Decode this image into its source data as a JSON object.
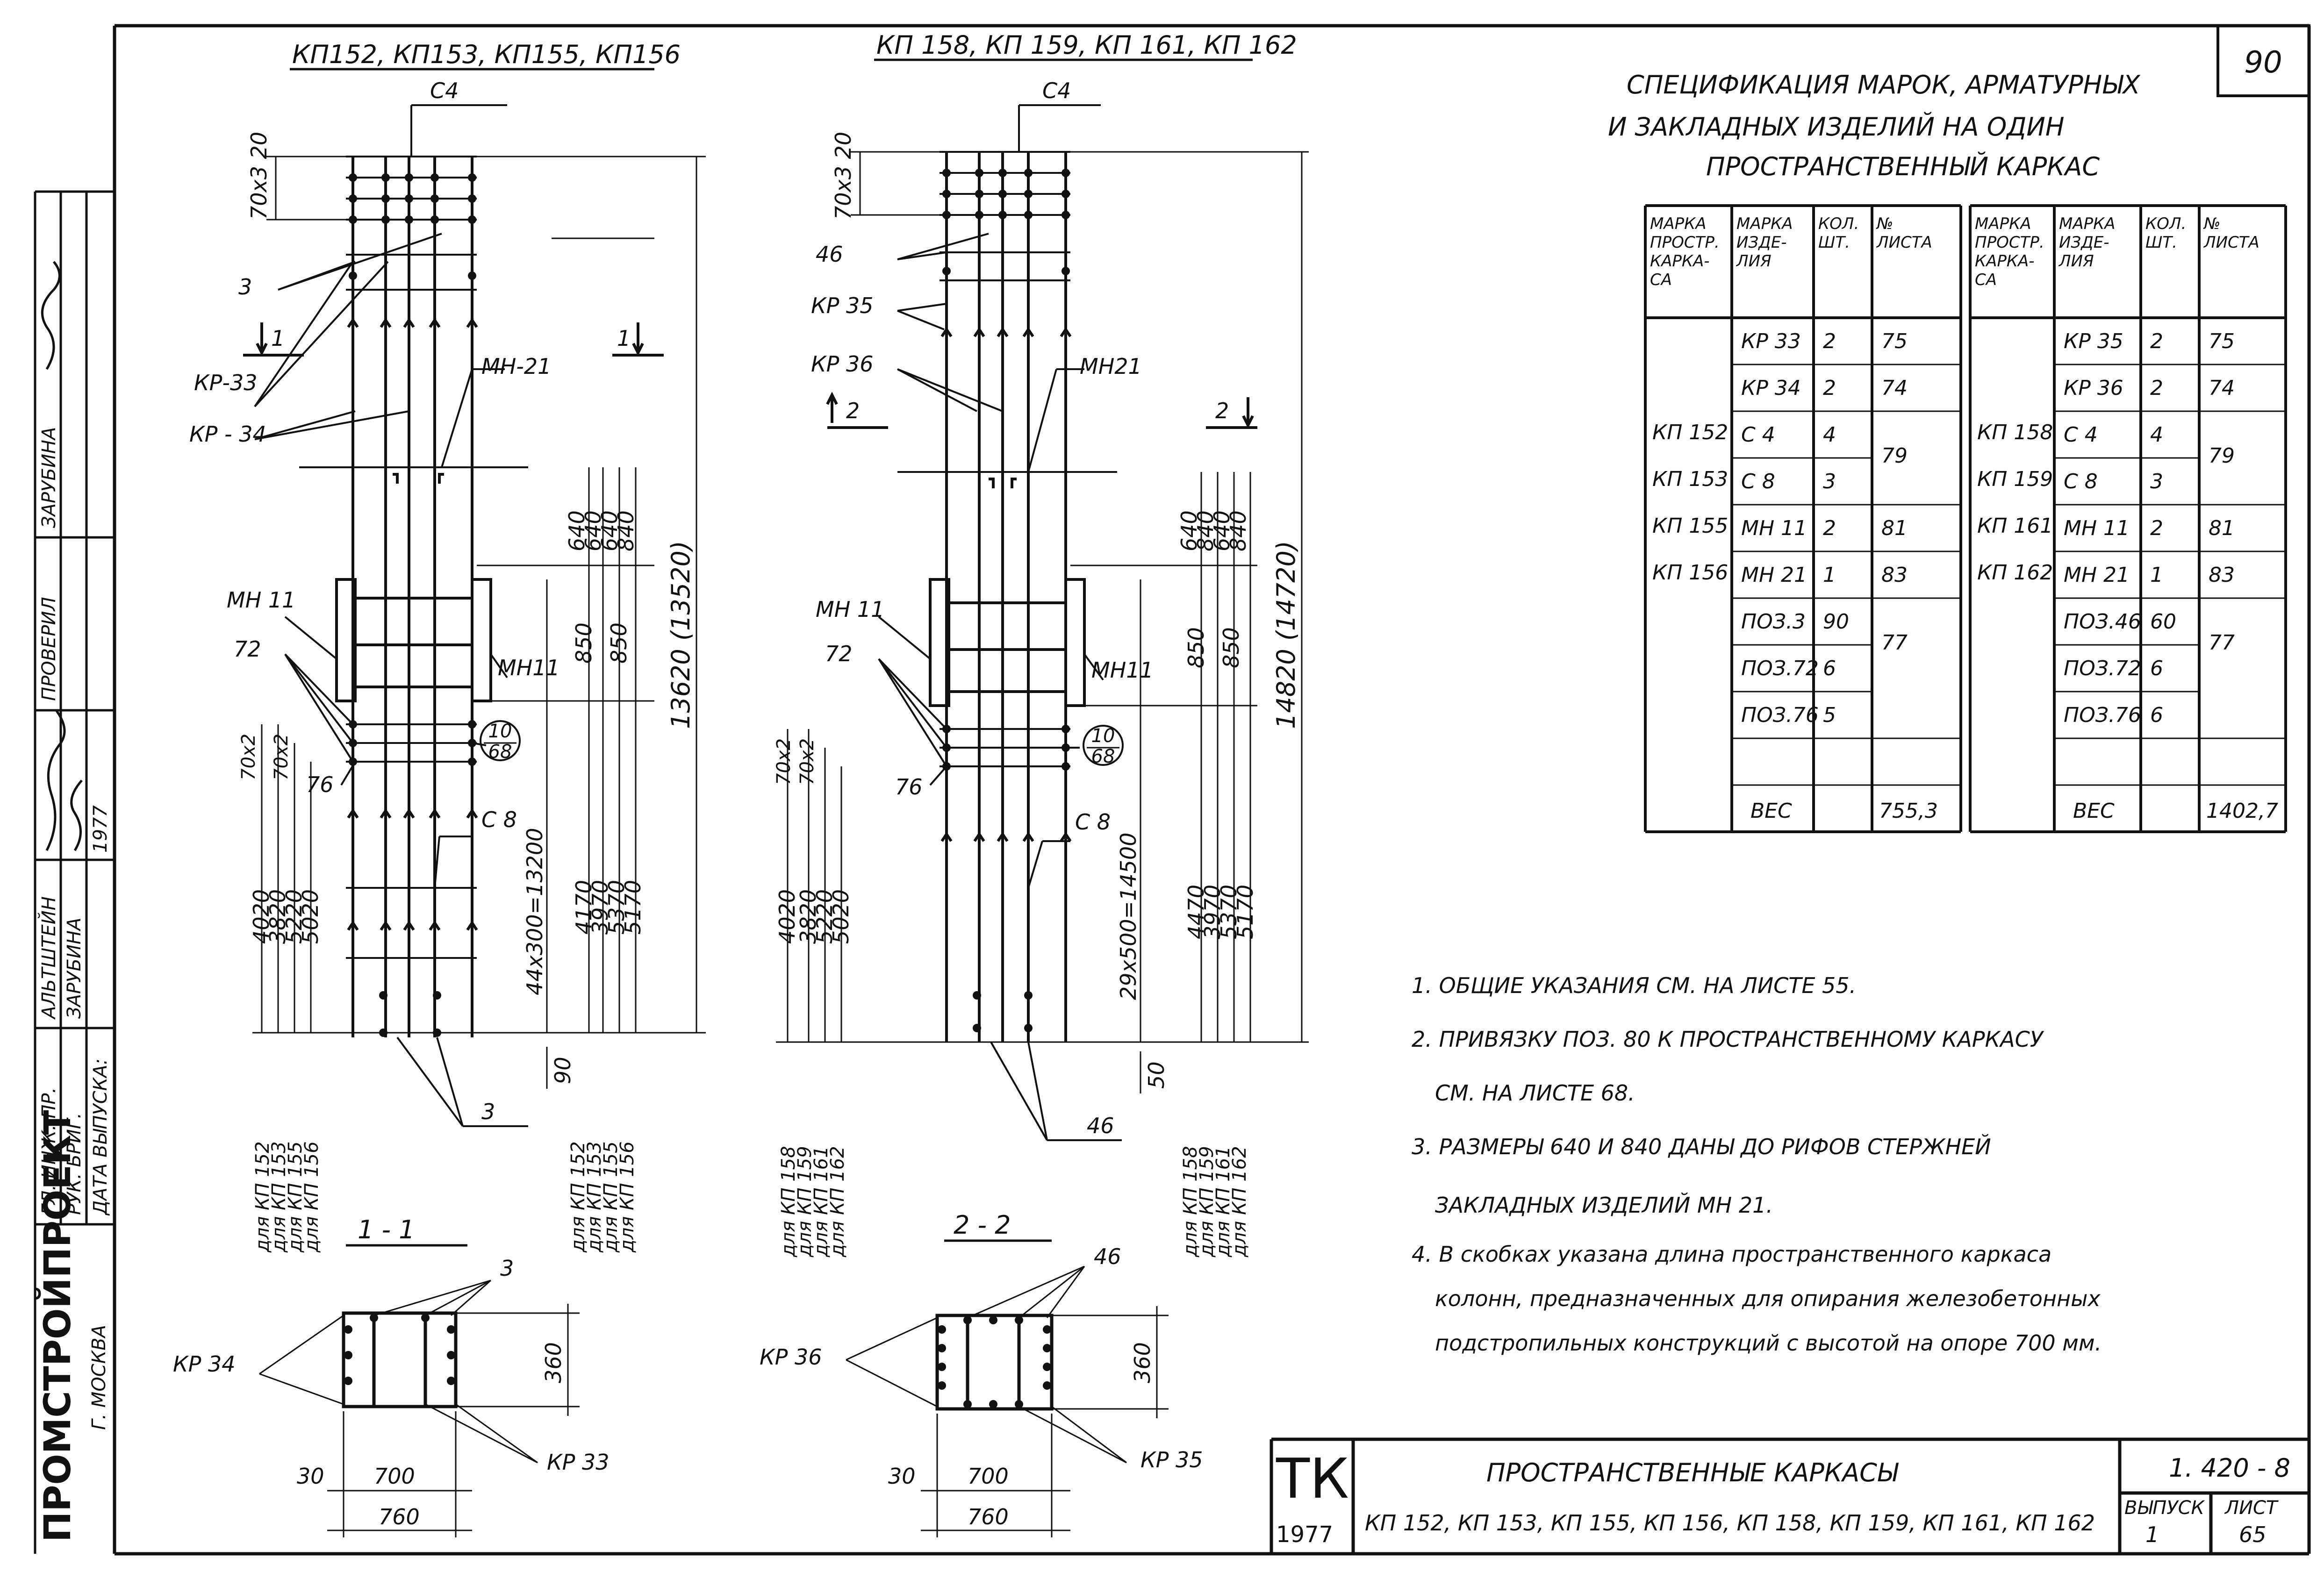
{
  "sheet_number": "90",
  "drawings": [
    {
      "header": "КП152, КП153, КП155, КП156",
      "s4": "С4",
      "pitch_top": "70х3 20",
      "pos3": "3",
      "kr_a": "КР-33",
      "kr_b": "КР - 34",
      "mn21": "МН-21",
      "section_mark": "1",
      "mn11_left": "МН 11",
      "mn11_right": "МН11",
      "pos72": "72",
      "pitch_mid_a": "70х2",
      "pitch_mid_b": "70х2",
      "pos76": "76",
      "circle_top": "10",
      "circle_bottom": "68",
      "s8": "С 8",
      "pos_bottom": "3",
      "dims_left": [
        "4020",
        "3820",
        "5220",
        "5020"
      ],
      "brand_left": [
        "для КП 152",
        "для КП 153",
        "для КП 155",
        "для КП 156"
      ],
      "dim_640": [
        "640",
        "640",
        "640",
        "840"
      ],
      "dim_850": [
        "850",
        "850"
      ],
      "total": "13620 (13520)",
      "spacing": "44х300=13200",
      "dims_right": [
        "4170",
        "3970",
        "5370",
        "5170"
      ],
      "brand_right": [
        "для КП 152",
        "для КП 153",
        "для КП 155",
        "для КП 156"
      ],
      "dim_end": "90"
    },
    {
      "header": "КП 158, КП 159, КП 161, КП 162",
      "s4": "С4",
      "pitch_top": "70х3 20",
      "pos3": "46",
      "kr_a": "КР 35",
      "kr_b": "КР 36",
      "mn21": "МН21",
      "section_mark": "2",
      "mn11_left": "МН 11",
      "mn11_right": "МН11",
      "pos72": "72",
      "pitch_mid_a": "70х2",
      "pitch_mid_b": "70х2",
      "pos76": "76",
      "circle_top": "10",
      "circle_bottom": "68",
      "s8": "С 8",
      "pos_bottom": "46",
      "dims_left": [
        "4020",
        "3820",
        "5220",
        "5020"
      ],
      "brand_left": [
        "для КП 158",
        "для КП 159",
        "для КП 161",
        "для КП 162"
      ],
      "dim_640": [
        "640",
        "840",
        "640",
        "840"
      ],
      "dim_850": [
        "850",
        "850"
      ],
      "total": "14820 (14720)",
      "spacing": "29х500=14500",
      "dims_right": [
        "4470",
        "3970",
        "5370",
        "5170"
      ],
      "brand_right": [
        "для КП 158",
        "для КП 159",
        "для КП 161",
        "для КП 162"
      ],
      "dim_end": "50"
    }
  ],
  "sections": [
    {
      "title": "1 - 1",
      "pos": "3",
      "kr_left": "КР 34",
      "kr_right": "КР 33",
      "h": "360",
      "w_inner": "700",
      "w_outer": "760",
      "offset": "30"
    },
    {
      "title": "2 - 2",
      "pos": "46",
      "kr_left": "КР 36",
      "kr_right": "КР 35",
      "h": "360",
      "w_inner": "700",
      "w_outer": "760",
      "offset": "30"
    }
  ],
  "spec": {
    "title_lines": [
      "СПЕЦИФИКАЦИЯ МАРОК, АРМАТУРНЫХ",
      "И ЗАКЛАДНЫХ ИЗДЕЛИЙ НА ОДИН",
      "ПРОСТРАНСТВЕННЫЙ КАРКАС"
    ],
    "headers": [
      "МАРКА ПРОСТР. КАРКА- СА",
      "МАРКА ИЗДЕ- ЛИЯ",
      "КОЛ. ШТ.",
      "№ ЛИСТА"
    ],
    "left": {
      "frames": [
        "КП 152",
        "КП 153",
        "КП 155",
        "КП 156"
      ],
      "rows": [
        [
          "КР 33",
          "2",
          "75"
        ],
        [
          "КР 34",
          "2",
          "74"
        ],
        [
          "С 4",
          "4",
          "79"
        ],
        [
          "С 8",
          "3",
          ""
        ],
        [
          "МН 11",
          "2",
          "81"
        ],
        [
          "МН 21",
          "1",
          "83"
        ],
        [
          "ПОЗ.3",
          "90",
          "77"
        ],
        [
          "ПОЗ.72",
          "6",
          ""
        ],
        [
          "ПОЗ.76",
          "5",
          ""
        ]
      ],
      "weight_label": "ВЕС",
      "weight": "755,3"
    },
    "right": {
      "frames": [
        "КП 158",
        "КП 159",
        "КП 161",
        "КП 162"
      ],
      "rows": [
        [
          "КР 35",
          "2",
          "75"
        ],
        [
          "КР 36",
          "2",
          "74"
        ],
        [
          "С 4",
          "4",
          "79"
        ],
        [
          "С 8",
          "3",
          ""
        ],
        [
          "МН 11",
          "2",
          "81"
        ],
        [
          "МН 21",
          "1",
          "83"
        ],
        [
          "ПОЗ.46",
          "60",
          "77"
        ],
        [
          "ПОЗ.72",
          "6",
          ""
        ],
        [
          "ПОЗ.76",
          "6",
          ""
        ]
      ],
      "weight_label": "ВЕС",
      "weight": "1402,7"
    }
  },
  "notes": [
    "1. ОБЩИЕ УКАЗАНИЯ СМ. НА ЛИСТЕ 55.",
    "2. ПРИВЯЗКУ ПОЗ. 80 К ПРОСТРАНСТВЕННОМУ КАРКАСУ",
    "СМ. НА ЛИСТЕ 68.",
    "3. РАЗМЕРЫ 640 И 840 ДАНЫ ДО РИФОВ СТЕРЖНЕЙ",
    "ЗАКЛАДНЫХ ИЗДЕЛИЙ МН 21.",
    "4. В скобках указана длина пространственного каркаса",
    "колонн, предназначенных для опирания железобетонных",
    "подстропильных конструкций с высотой на опоре 700 мм."
  ],
  "title_block": {
    "tk": "ТК",
    "year": "1977",
    "title": "ПРОСТРАНСТВЕННЫЕ КАРКАСЫ",
    "subtitle": "КП 152, КП 153, КП 155, КП 156, КП 158, КП 159, КП 161, КП 162",
    "series": "1. 420 - 8",
    "issue_label": "ВЫПУСК",
    "issue": "1",
    "sheet_label": "ЛИСТ",
    "sheet": "65"
  },
  "side_stamp": {
    "rows": [
      {
        "role": "ГЛ. ИНЖ. ПР.",
        "name": "АЛЬТШТЕЙН"
      },
      {
        "role": "РУК. БРИГ.",
        "name": "ЗАРУБИНА"
      },
      {
        "role": "ДАТА ВЫПУСКА:",
        "name": ""
      }
    ],
    "checked_label": "ПРОВЕРИЛ",
    "checked_name": "ЗАРУБИНА",
    "year": "1977",
    "org": "ПРОМСТРОЙПРОЕКТ",
    "city": "Г. МОСКВА"
  }
}
